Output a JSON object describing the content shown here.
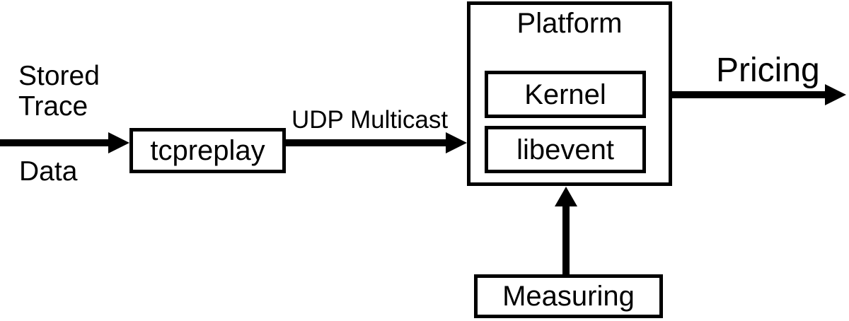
{
  "diagram": {
    "colors": {
      "background": "#ffffff",
      "stroke": "#000000"
    },
    "source": {
      "lines": [
        "Stored",
        "Trace",
        "Data"
      ]
    },
    "nodes": {
      "tcpreplay": {
        "label": "tcpreplay"
      },
      "platform": {
        "label": "Platform",
        "children": {
          "kernel": {
            "label": "Kernel"
          },
          "libevent": {
            "label": "libevent"
          }
        }
      },
      "measuring": {
        "label": "Measuring"
      }
    },
    "edges": {
      "stored_to_tcpreplay": {
        "label": ""
      },
      "tcpreplay_to_platform": {
        "label": "UDP Multicast"
      },
      "platform_to_output": {
        "label": "Pricing"
      },
      "measuring_to_platform": {
        "label": ""
      }
    }
  }
}
